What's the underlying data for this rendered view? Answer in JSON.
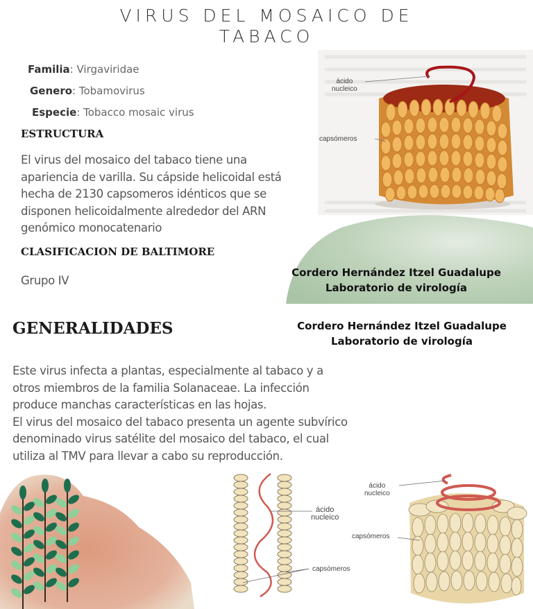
{
  "document": {
    "title_line1": "VIRUS DEL MOSAICO DE",
    "title_line2": "TABACO"
  },
  "taxonomy": [
    {
      "label": "Familia",
      "value": ": Virgaviridae"
    },
    {
      "label": "Genero",
      "value": ": Tobamovirus"
    },
    {
      "label": "Especie",
      "value": ": Tobacco mosaic virus"
    }
  ],
  "estructura": {
    "heading": "ESTRUCTURA",
    "lines": [
      "El virus del mosaico del tabaco tiene una",
      "apariencia de varilla. Su cápside helicoidal está",
      "hecha de 2130 capsomeros idénticos que se",
      "disponen helicoidalmente alrededor del ARN",
      "genómico monocatenario"
    ]
  },
  "baltimore": {
    "heading": "CLASIFICACION DE BALTIMORE",
    "value": "Grupo IV"
  },
  "credits": [
    {
      "name": "Cordero Hernández Itzel Guadalupe",
      "lab": "Laboratorio de virología"
    },
    {
      "name": "Cordero Hernández Itzel Guadalupe",
      "lab": "Laboratorio de virología"
    }
  ],
  "generalidades": {
    "heading": "GENERALIDADES",
    "lines": [
      "Este virus infecta  a plantas, especialmente al tabaco y a",
      "otros miembros de la familia Solanaceae. La infección",
      "produce manchas características en las hojas.",
      "El virus del mosaico del tabaco presenta un agente subvírico",
      "denominado virus satélite del mosaico del tabaco, el cual",
      "utiliza al TMV para llevar a cabo su reproducción."
    ]
  },
  "figure_top": {
    "label_acid_1": "ácido",
    "label_acid_2": "nucleico",
    "label_caps": "capsómeros",
    "colors": {
      "capsomere": "#e7a54a",
      "rna": "#a8141a"
    }
  },
  "figure_bottom": {
    "label_acid_1": "ácido",
    "label_acid_2": "nucleico",
    "label_caps": "capsómeros",
    "colors": {
      "capsomere": "#f1e3bd",
      "rna": "#cf5a52"
    }
  },
  "decor": {
    "green_wash": "#b8cdb4",
    "pink_wash": "#e0a98f",
    "leaf_dark": "#1e6e4e",
    "leaf_light": "#8fcf9a",
    "stem": "#3a2a1f"
  }
}
